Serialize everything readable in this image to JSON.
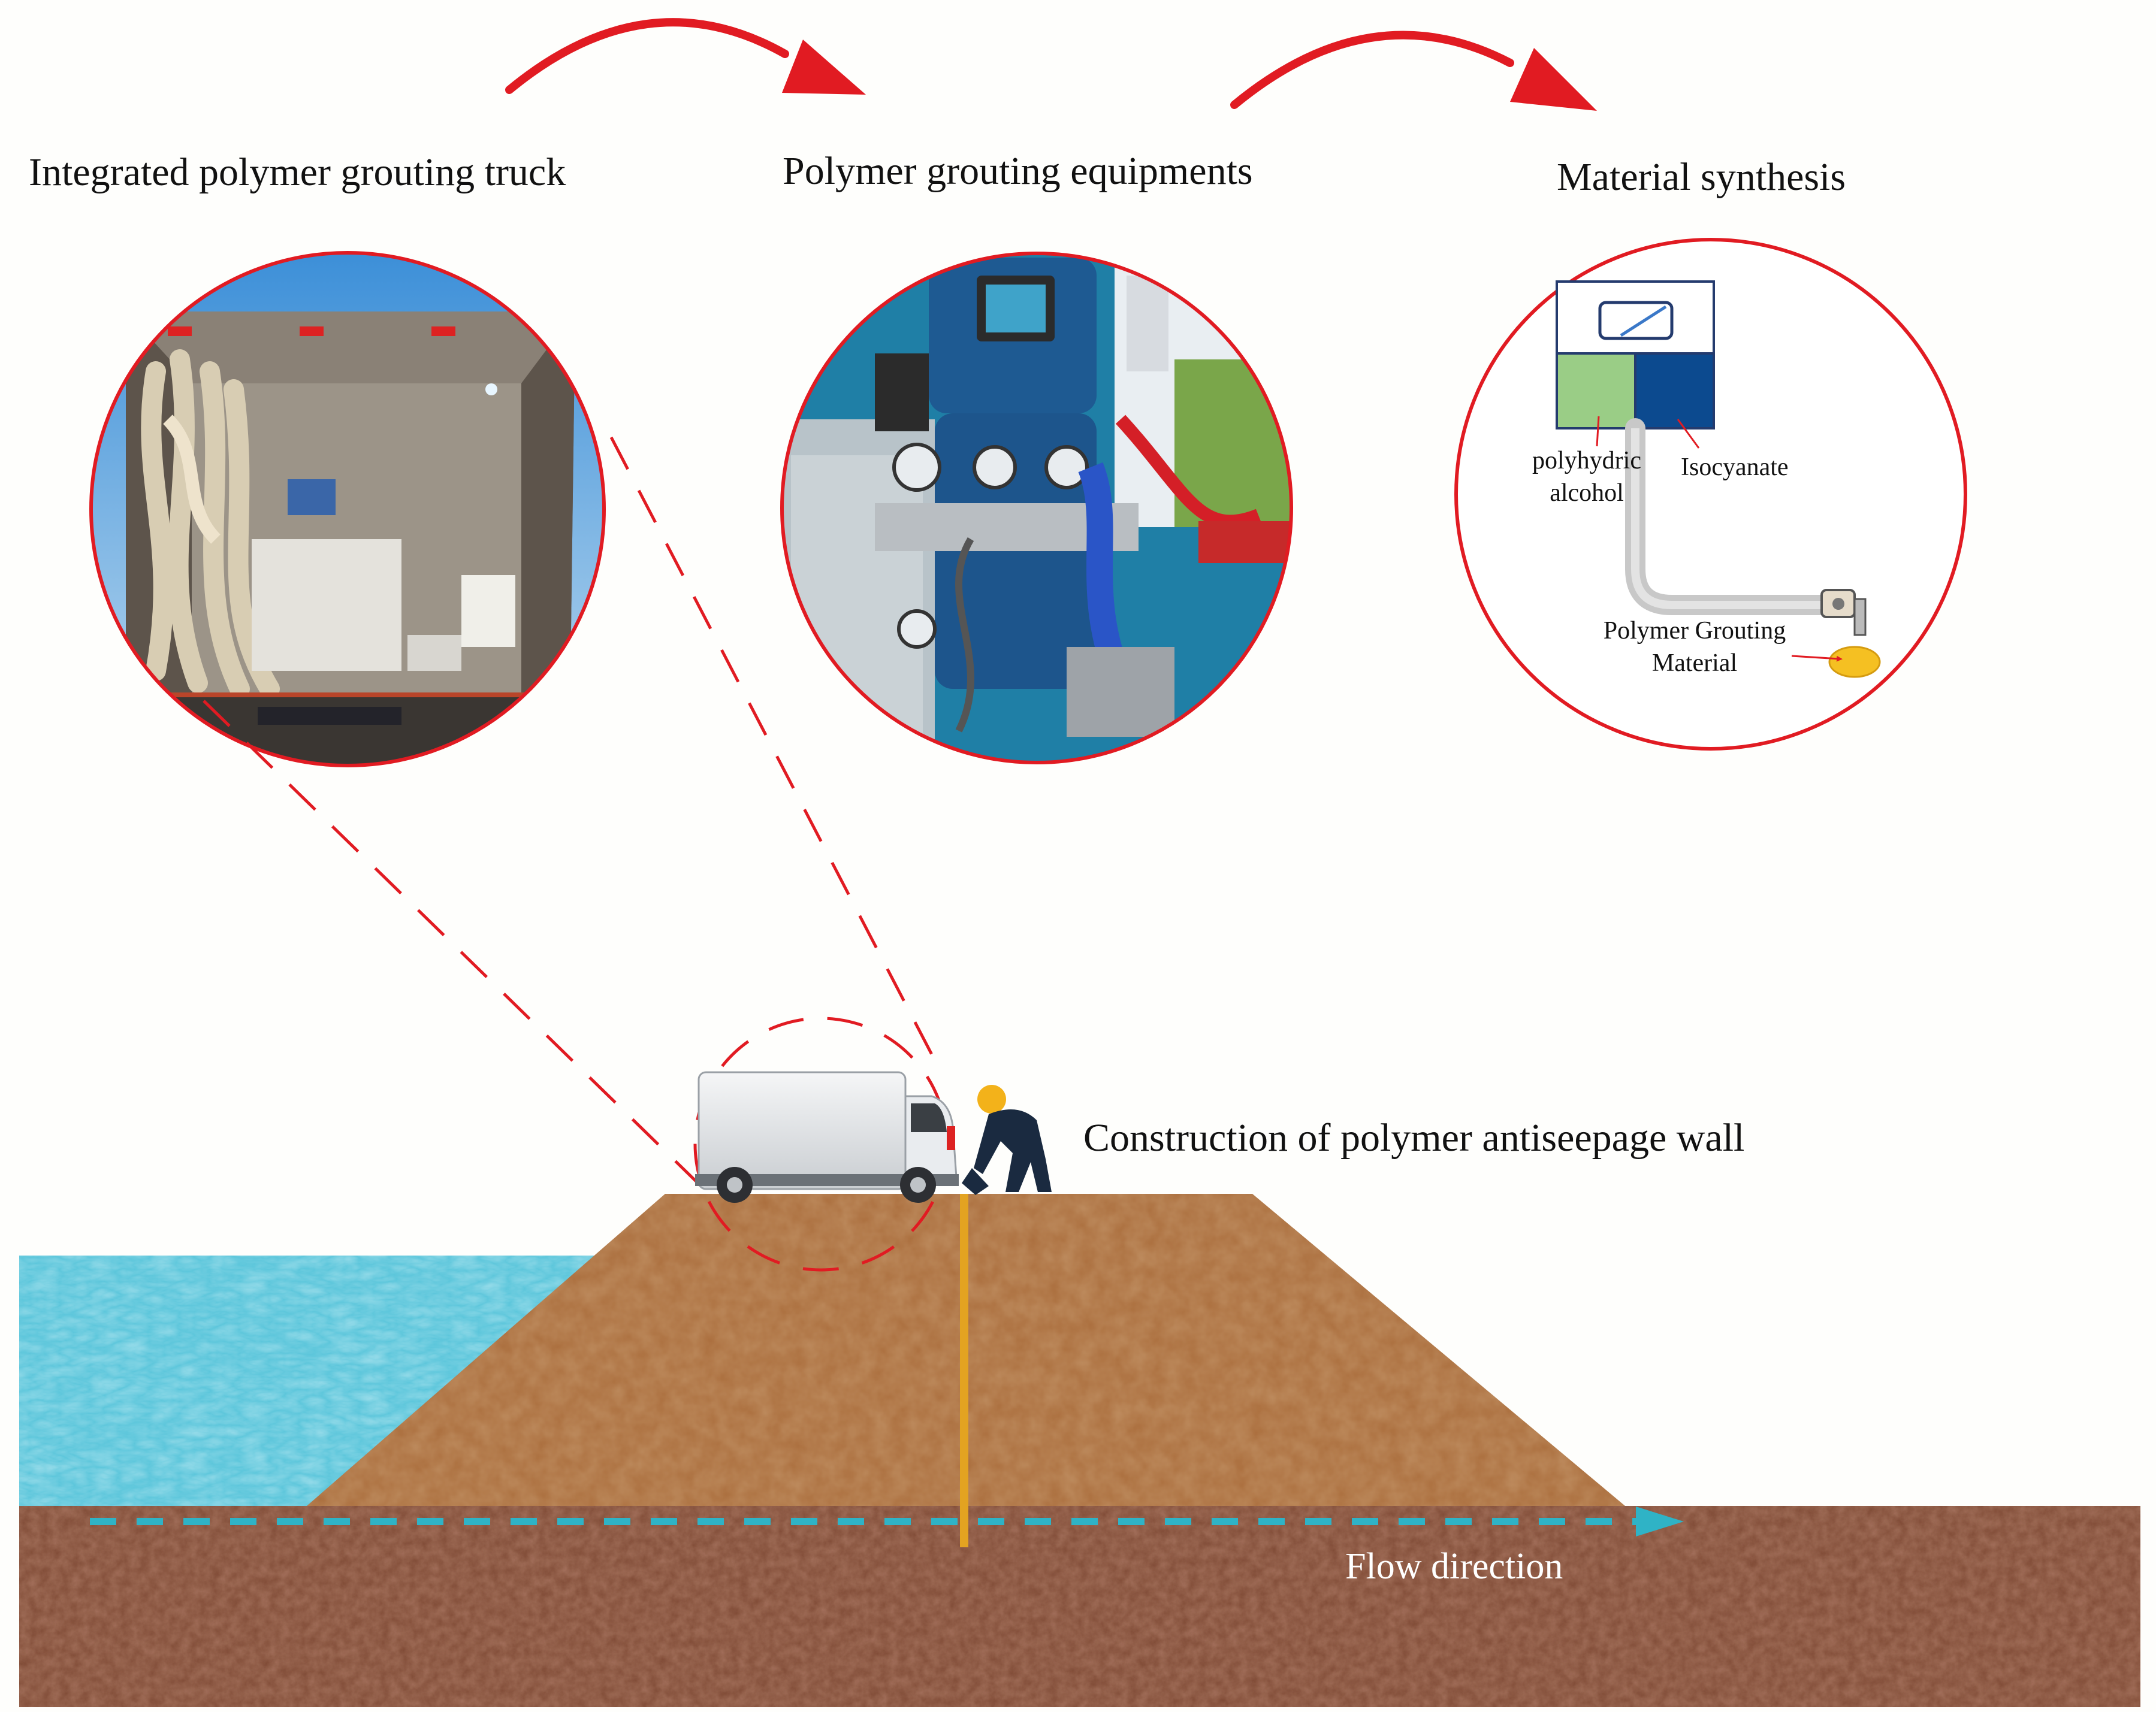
{
  "titles": {
    "truck": "Integrated polymer grouting truck",
    "equipment": "Polymer grouting equipments",
    "synthesis": "Material synthesis"
  },
  "synthesis": {
    "polyol_line1": "polyhydric",
    "polyol_line2": "alcohol",
    "isocyanate": "Isocyanate",
    "product_line1": "Polymer Grouting",
    "product_line2": "Material"
  },
  "construction_label": "Construction of polymer antiseepage wall",
  "flow_label": "Flow direction",
  "colors": {
    "accent_red": "#e11b22",
    "water": "#5cc6db",
    "embankment": "#aa6d3c",
    "foundation": "#7f4a35",
    "grout_wall": "#e3a321",
    "flow_arrow": "#2fb3c6",
    "polyol": "#9acd86",
    "isocyanate": "#0c4a8f"
  },
  "icons": [
    "arrow-curved-icon",
    "truck-icon",
    "worker-icon",
    "grouting-gun-icon"
  ]
}
